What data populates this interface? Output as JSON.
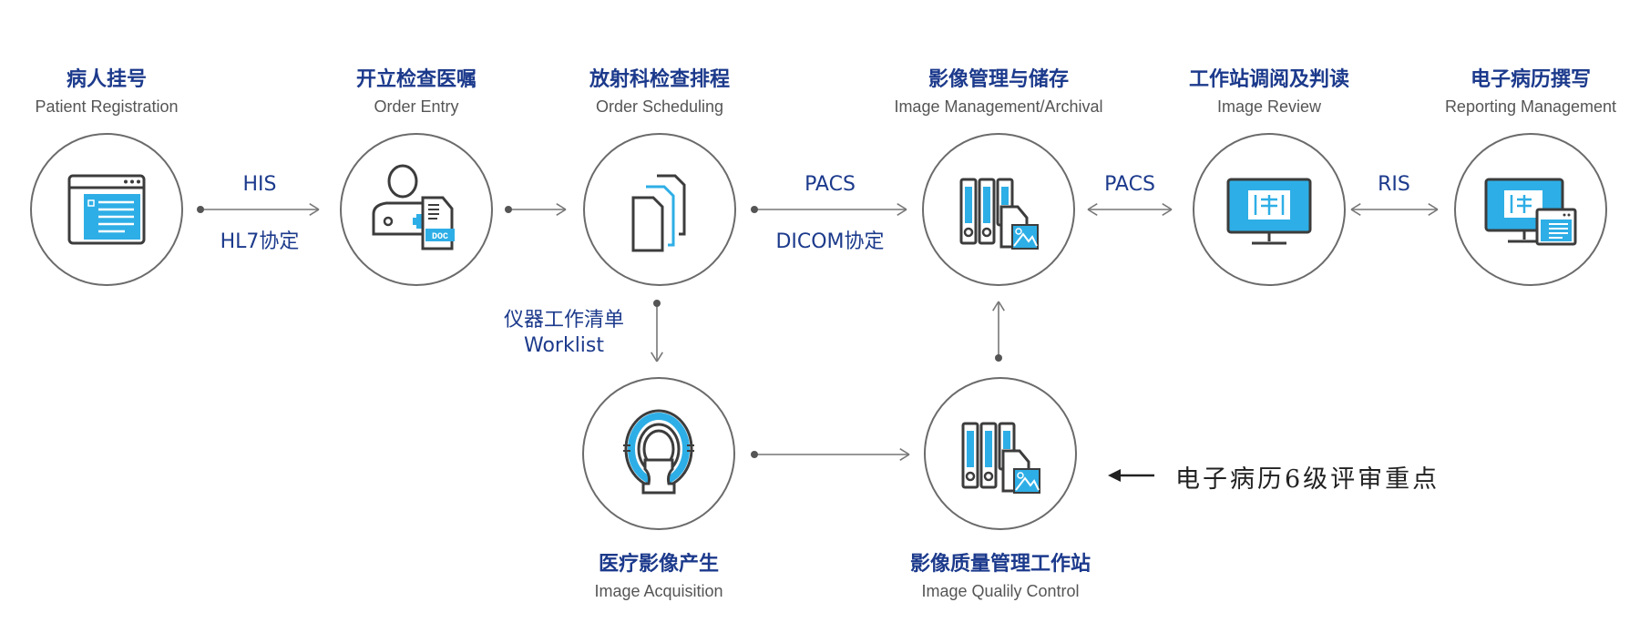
{
  "colors": {
    "title": "#1c3a8c",
    "icon_blue": "#2eaee6",
    "outline": "#6b6b6b",
    "subtitle": "#555555"
  },
  "nodes": [
    {
      "id": "patient-registration",
      "cn": "病人挂号",
      "en": "Patient Registration",
      "icon": "browser-form-icon"
    },
    {
      "id": "order-entry",
      "cn": "开立检查医嘱",
      "en": "Order Entry",
      "icon": "doctor-doc-icon",
      "icon_text": "DOC"
    },
    {
      "id": "order-scheduling",
      "cn": "放射科检查排程",
      "en": "Order Scheduling",
      "icon": "documents-stack-icon"
    },
    {
      "id": "image-management",
      "cn": "影像管理与储存",
      "en": "Image Management/Archival",
      "icon": "archive-binders-icon"
    },
    {
      "id": "image-review",
      "cn": "工作站调阅及判读",
      "en": "Image Review",
      "icon": "monitor-icon"
    },
    {
      "id": "reporting-management",
      "cn": "电子病历撰写",
      "en": "Reporting Management",
      "icon": "monitor-report-icon"
    },
    {
      "id": "image-acquisition",
      "cn": "医疗影像产生",
      "en": "Image Acquisition",
      "icon": "ct-scanner-icon"
    },
    {
      "id": "image-quality-control",
      "cn": "影像质量管理工作站",
      "en": "Image Qualily Control",
      "icon": "archive-binders-icon"
    }
  ],
  "edges": [
    {
      "from": "patient-registration",
      "to": "order-entry",
      "label_top": "HIS",
      "label_bottom": "HL7协定"
    },
    {
      "from": "order-entry",
      "to": "order-scheduling"
    },
    {
      "from": "order-scheduling",
      "to": "image-management",
      "label_top": "PACS",
      "label_bottom": "DICOM协定"
    },
    {
      "from": "image-management",
      "to": "image-review",
      "label_top": "PACS",
      "bidirectional": true
    },
    {
      "from": "image-review",
      "to": "reporting-management",
      "label_top": "RIS",
      "bidirectional": true
    },
    {
      "from": "order-scheduling",
      "to": "image-acquisition",
      "label_top": "仪器工作清单",
      "label_bottom": "Worklist"
    },
    {
      "from": "image-acquisition",
      "to": "image-quality-control"
    },
    {
      "from": "image-quality-control",
      "to": "image-management"
    }
  ],
  "annotation": {
    "text": "电子病历6级评审重点",
    "points_to": "image-quality-control"
  }
}
